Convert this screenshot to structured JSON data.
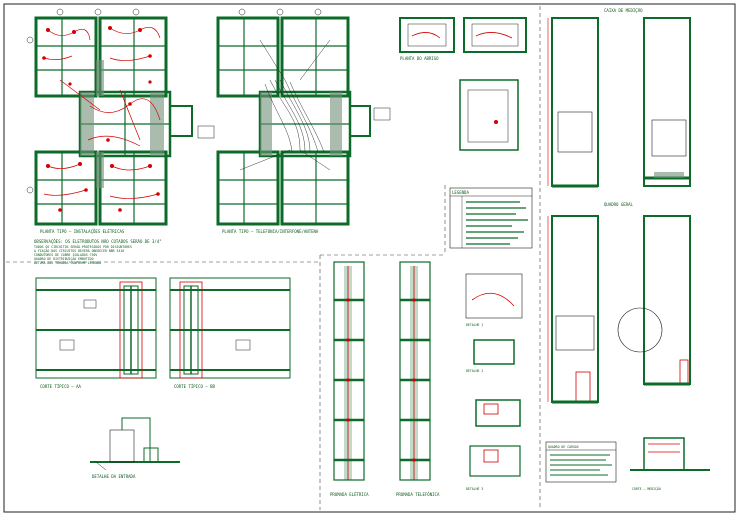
{
  "sheet": {
    "background": "#ffffff",
    "wall_color": "#0d6b2a",
    "pipe_color": "#d40000"
  },
  "notes": {
    "plan_left_caption": "PLANTA TIPO — INSTALAÇÕES ELÉTRICAS",
    "plan_right_caption": "PLANTA TIPO — TELEFONIA/INTERFONE/ANTENA",
    "general_notes": [
      "OBSERVAÇÕES: OS ELETRODUTOS NÃO COTADOS SERÃO DE 3/4\"",
      "TODOS OS CIRCUITOS SERÃO PROTEGIDOS POR DISJUNTORES",
      "A FIAÇÃO DOS CIRCUITOS DEVERÁ OBEDECER NBR 5410",
      "CONDUTORES DE COBRE ISOLADOS 750V",
      "QUADRO DE DISTRIBUIÇÃO EMBUTIDO",
      "ALTURA DAS TOMADAS CONFORME LEGENDA"
    ],
    "section_left_caption": "CORTE TÍPICO — AA",
    "section_right_caption": "CORTE TÍPICO — BB",
    "detail_caption": "DETALHE DA ENTRADA",
    "legend_title": "LEGENDA",
    "riser_caption_1": "PRUMADA ELÉTRICA",
    "riser_caption_2": "PRUMADA TELEFÔNICA",
    "small_detail_1": "DETALHE 1",
    "small_detail_2": "DETALHE 2",
    "small_detail_3": "DETALHE 3",
    "box_plan_caption": "PLANTA DO ABRIGO",
    "right_top_caption": "CAIXA DE MEDIÇÃO",
    "right_mid_caption": "QUADRO GERAL",
    "right_bottom_caption": "CORTE — MEDIÇÃO",
    "table_title": "QUADRO DE CARGAS"
  }
}
